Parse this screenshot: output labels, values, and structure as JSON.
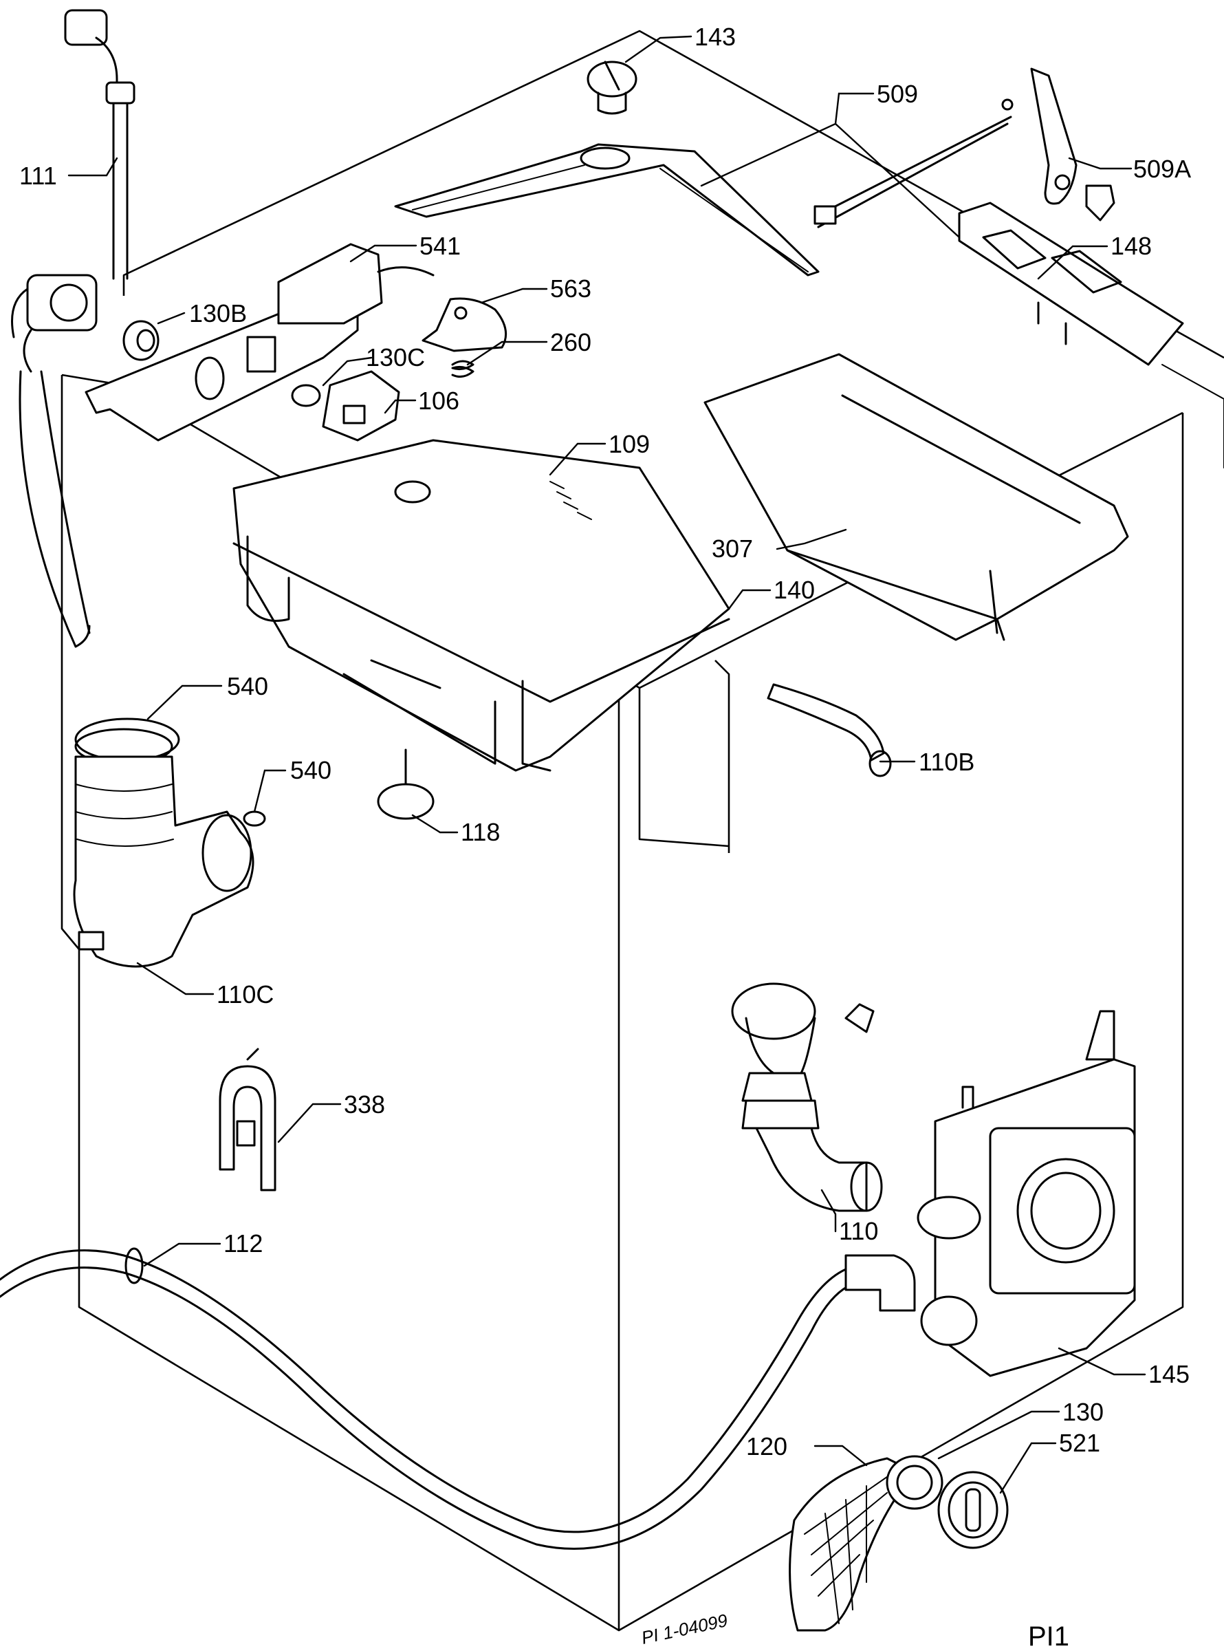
{
  "diagram": {
    "labels": {
      "l111": "111",
      "l143": "143",
      "l509": "509",
      "l509a": "509A",
      "l541": "541",
      "l130b": "130B",
      "l563": "563",
      "l148": "148",
      "l260": "260",
      "l130c": "130C",
      "l106": "106",
      "l109": "109",
      "l307": "307",
      "l140": "140",
      "l540a": "540",
      "l540b": "540",
      "l110b": "110B",
      "l118": "118",
      "l110c": "110C",
      "l338": "338",
      "l110": "110",
      "l112": "112",
      "l145": "145",
      "l130": "130",
      "l120": "120",
      "l521": "521"
    },
    "drawing_ref": "PI 1-04099",
    "plate_id": "PI1"
  }
}
